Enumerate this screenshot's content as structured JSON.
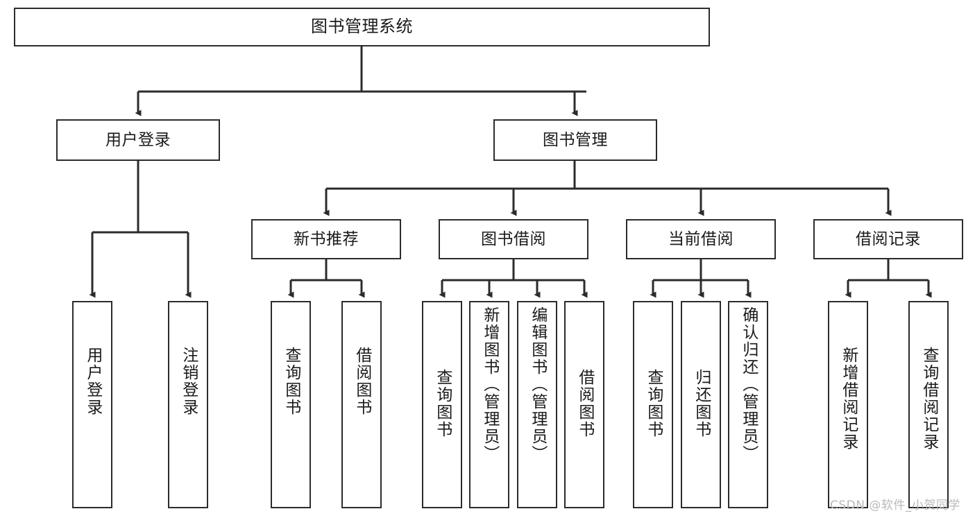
{
  "diagram": {
    "title": "图书管理系统",
    "watermark": "CSDN @软件_小贺同学",
    "colors": {
      "box_border": "#2b2b2b",
      "box_fill": "#ffffff",
      "line": "#2b2b2b",
      "text": "#1a1a1a",
      "watermark": "#b9b9b9"
    },
    "levels": {
      "root": {
        "label": "图书管理系统"
      },
      "level2": [
        {
          "label": "用户登录"
        },
        {
          "label": "图书管理"
        }
      ],
      "level3": [
        {
          "label": "新书推荐"
        },
        {
          "label": "图书借阅"
        },
        {
          "label": "当前借阅"
        },
        {
          "label": "借阅记录"
        }
      ],
      "leaves": {
        "user_login": [
          {
            "label": "用户登录"
          },
          {
            "label": "注销登录"
          }
        ],
        "new_book_recommend": [
          {
            "label": "查询图书"
          },
          {
            "label": "借阅图书"
          }
        ],
        "book_borrow": [
          {
            "label": "查询图书"
          },
          {
            "label": "新增图书（管理员）"
          },
          {
            "label": "编辑图书（管理员）"
          },
          {
            "label": "借阅图书"
          }
        ],
        "current_borrow": [
          {
            "label": "查询图书"
          },
          {
            "label": "归还图书"
          },
          {
            "label": "确认归还（管理员）"
          }
        ],
        "borrow_record": [
          {
            "label": "新增借阅记录"
          },
          {
            "label": "查询借阅记录"
          }
        ]
      }
    }
  }
}
